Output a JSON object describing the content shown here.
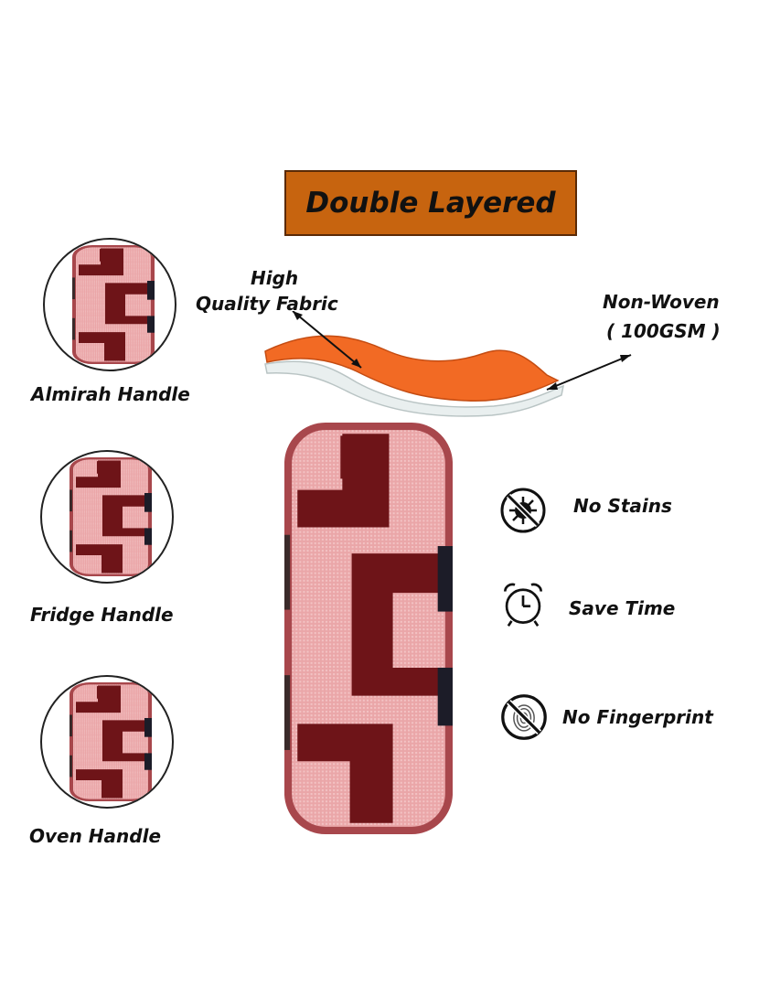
{
  "title": "Double Layered",
  "layers": {
    "top_label_line1": "High",
    "top_label_line2": "Quality Fabric",
    "bottom_label_line1": "Non-Woven",
    "bottom_label_line2": "( 100GSM )"
  },
  "uses": [
    {
      "label": "Almirah Handle",
      "icon": "handle-cover-thumbnail"
    },
    {
      "label": "Fridge Handle",
      "icon": "handle-cover-thumbnail"
    },
    {
      "label": "Oven Handle",
      "icon": "handle-cover-thumbnail"
    }
  ],
  "features": [
    {
      "label": "No Stains",
      "icon": "no-germs-icon"
    },
    {
      "label": "Save Time",
      "icon": "alarm-clock-icon"
    },
    {
      "label": "No Fingerprint",
      "icon": "no-fingerprint-icon"
    }
  ],
  "colors": {
    "title_bg": "#c7640f",
    "fabric_orange": "#f26a24",
    "cover_pink": "#e8a0a0",
    "cover_maroon": "#6e1418"
  }
}
